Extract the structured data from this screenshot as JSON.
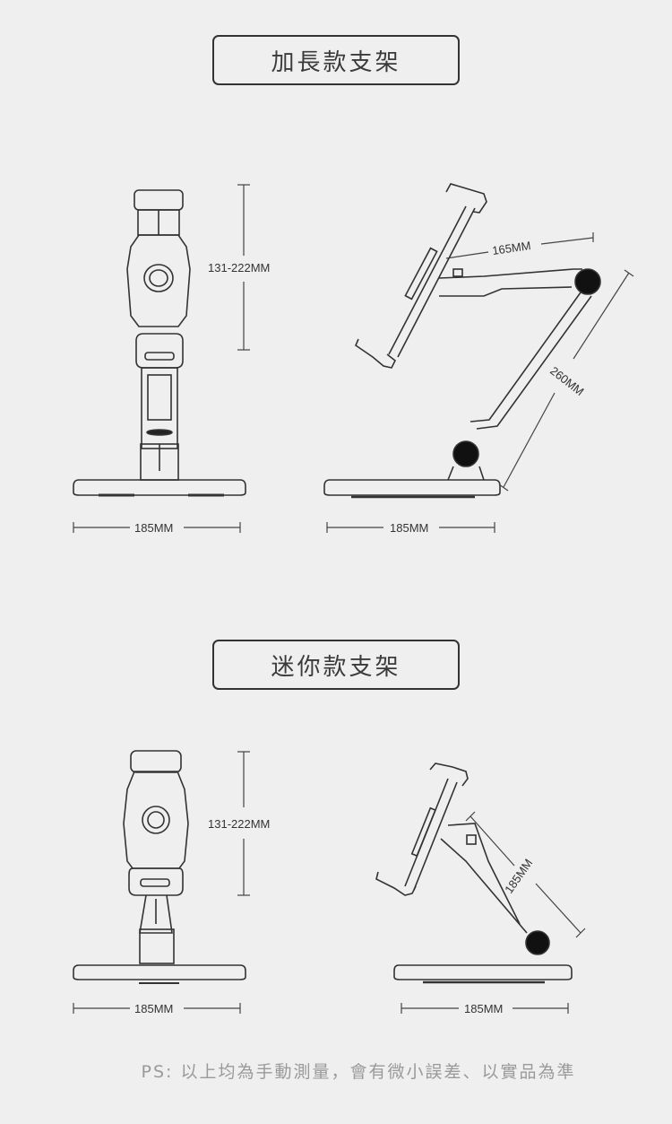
{
  "sections": [
    {
      "title": "加長款支架",
      "front_view": {
        "height_label": "131-222MM",
        "base_width_label": "185MM"
      },
      "side_view": {
        "arm_upper_label": "165MM",
        "arm_lower_label": "260MM",
        "base_width_label": "185MM"
      }
    },
    {
      "title": "迷你款支架",
      "front_view": {
        "height_label": "131-222MM",
        "base_width_label": "185MM"
      },
      "side_view": {
        "arm_label": "185MM",
        "base_width_label": "185MM"
      }
    }
  ],
  "footnote": "PS: 以上均為手動測量，會有微小誤差、以實品為準",
  "colors": {
    "background": "#efefef",
    "line": "#333333",
    "footnote": "#9a9a9a"
  }
}
